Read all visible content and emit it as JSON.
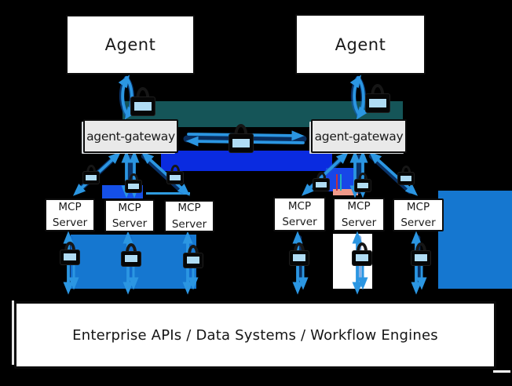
{
  "colors": {
    "background": "#000000",
    "arrow-blue": "#2b96e2",
    "arrow-blue-dark": "#1262cc",
    "lock-screen-blue": "#b0dcf4",
    "gateway-fill": "#e9e9e9",
    "node-fill": "#ffffff",
    "node-border": "#0d0d0d",
    "artifact-teal": "#155558",
    "artifact-navy": "#0a2be0",
    "artifact-azure": "#1577d0",
    "artifact-salmon": "#f09a8a"
  },
  "icons": {
    "lock": "padlock (secure connection)"
  },
  "clusters": [
    {
      "agent": {
        "label": "Agent"
      },
      "gateway": {
        "label": "agent-gateway"
      },
      "servers": [
        {
          "label_line1": "MCP",
          "label_line2": "Server"
        },
        {
          "label_line1": "MCP",
          "label_line2": "Server"
        },
        {
          "label_line1": "MCP",
          "label_line2": "Server"
        }
      ]
    },
    {
      "agent": {
        "label": "Agent"
      },
      "gateway": {
        "label": "agent-gateway"
      },
      "servers": [
        {
          "label_line1": "MCP",
          "label_line2": "Server"
        },
        {
          "label_line1": "MCP",
          "label_line2": "Server"
        },
        {
          "label_line1": "MCP",
          "label_line2": "Server"
        }
      ]
    }
  ],
  "bottom_bar": {
    "label": "Enterprise APIs / Data Systems / Workflow Engines"
  }
}
